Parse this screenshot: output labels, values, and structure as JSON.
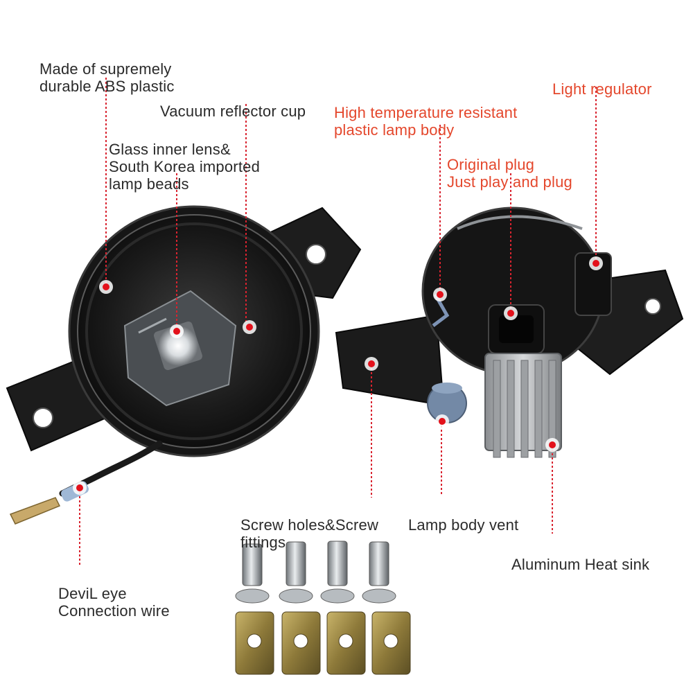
{
  "colors": {
    "accent_red": "#e4472c",
    "text_dark": "#2a2a2a",
    "leader_line": "#d9232f",
    "marker": "#e3111b"
  },
  "callouts": [
    {
      "id": "abs",
      "lines": [
        "Made of supremely",
        "durable ABS plastic"
      ]
    },
    {
      "id": "reflector",
      "lines": [
        "Vacuum reflector cup"
      ]
    },
    {
      "id": "glass",
      "lines": [
        "Glass inner lens&",
        "South Korea imported",
        "lamp beads"
      ]
    },
    {
      "id": "body",
      "lines": [
        "High temperature resistant",
        "plastic lamp body"
      ]
    },
    {
      "id": "regulator",
      "lines": [
        "Light regulator"
      ]
    },
    {
      "id": "plug",
      "lines": [
        "Original plug",
        "Just play and plug"
      ]
    },
    {
      "id": "screws",
      "lines": [
        "Screw holes&Screw",
        "fittings"
      ]
    },
    {
      "id": "vent",
      "lines": [
        "Lamp body vent"
      ]
    },
    {
      "id": "wire",
      "lines": [
        "DeviL eye",
        "Connection wire"
      ]
    },
    {
      "id": "heatsink",
      "lines": [
        "Aluminum Heat sink"
      ]
    }
  ],
  "icons": {
    "front_lamp": "fog-lamp-front-icon",
    "rear_lamp": "fog-lamp-rear-icon",
    "screw": "screw-icon",
    "clip": "spring-clip-icon"
  }
}
